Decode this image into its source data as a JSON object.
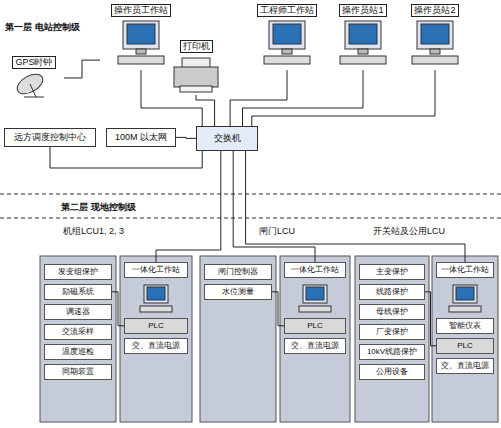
{
  "diagram": {
    "nodes": [
      {
        "text": [
          "操作员工作站"
        ]
      },
      {
        "text": [
          "打印机"
        ]
      },
      {
        "text": [
          "工程师工作站"
        ]
      },
      {
        "text": [
          "操作员站1"
        ]
      },
      {
        "text": [
          "操作员站2"
        ]
      },
      {
        "text": [
          "GPS时钟"
        ]
      },
      {
        "text": [
          "远方调度控制中心"
        ]
      },
      {
        "text": [
          "100M 以太网"
        ]
      },
      {
        "text": [
          "交换机"
        ]
      },
      {
        "text": [
          "发变组保护"
        ]
      },
      {
        "text": [
          "励磁系统"
        ]
      },
      {
        "text": [
          "调速器"
        ]
      },
      {
        "text": [
          "交流采样"
        ]
      },
      {
        "text": [
          "温度巡检"
        ]
      },
      {
        "text": [
          "同期装置"
        ]
      },
      {
        "text": [
          "一体化工作站"
        ]
      },
      {
        "text": [
          "PLC"
        ]
      },
      {
        "text": [
          "交、直流电源"
        ]
      },
      {
        "text": [
          "闸门控制器"
        ]
      },
      {
        "text": [
          "水位测量"
        ]
      },
      {
        "text": [
          "一体化工作站"
        ]
      },
      {
        "text": [
          "PLC"
        ]
      },
      {
        "text": [
          "交、直流电源"
        ]
      },
      {
        "text": [
          "主变保护"
        ]
      },
      {
        "text": [
          "线路保护"
        ]
      },
      {
        "text": [
          "母线保护"
        ]
      },
      {
        "text": [
          "厂变保护"
        ]
      },
      {
        "text": [
          "10kV线路保护"
        ]
      },
      {
        "text": [
          "公用设备"
        ]
      },
      {
        "text": [
          "一体化工作站"
        ]
      },
      {
        "text": [
          "智能仪表"
        ]
      },
      {
        "text": [
          "PLC"
        ]
      },
      {
        "text": [
          "交、直流电源"
        ]
      }
    ],
    "edges": [
      {
        "from": 8,
        "to": 0,
        "arrow": "none"
      },
      {
        "from": 8,
        "to": 1,
        "arrow": "none"
      },
      {
        "from": 8,
        "to": 2,
        "arrow": "none"
      },
      {
        "from": 8,
        "to": 3,
        "arrow": "none"
      },
      {
        "from": 8,
        "to": 4,
        "arrow": "none"
      },
      {
        "from": 5,
        "to": 0,
        "arrow": "none"
      },
      {
        "from": 6,
        "to": 8,
        "arrow": "none"
      },
      {
        "from": 7,
        "to": 8,
        "arrow": "none"
      },
      {
        "from": 8,
        "to": 15,
        "arrow": "none"
      },
      {
        "from": 8,
        "to": 20,
        "arrow": "none"
      },
      {
        "from": 8,
        "to": 29,
        "arrow": "none"
      },
      {
        "from": 10,
        "to": 16,
        "arrow": "none"
      },
      {
        "from": 19,
        "to": 21,
        "arrow": "none"
      },
      {
        "from": 24,
        "to": 31,
        "arrow": "none"
      }
    ],
    "labels": [
      "第一层 电站控制级",
      "第二层 现地控制级",
      "机组LCU1, 2, 3",
      "闸门LCU",
      "开关站及公用LCU"
    ]
  }
}
